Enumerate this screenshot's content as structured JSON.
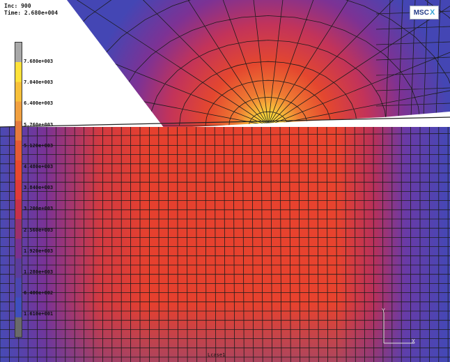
{
  "hud": {
    "inc": "Inc: 900",
    "time": "Time: 2.680e+004"
  },
  "logo": {
    "text": "MSC",
    "mark": "X"
  },
  "legend": {
    "labels": [
      "7.680e+003",
      "7.040e+003",
      "6.400e+003",
      "5.760e+003",
      "5.120e+003",
      "4.480e+003",
      "3.840e+003",
      "3.200e+003",
      "2.560e+003",
      "1.920e+003",
      "1.280e+003",
      "6.400e+002",
      "1.610e+001"
    ],
    "colors": [
      "#a8a8a8",
      "#ffe23a",
      "#f7c03a",
      "#f1a040",
      "#e57a3e",
      "#e45a35",
      "#e84830",
      "#e03a3a",
      "#c8304a",
      "#9c2f6c",
      "#7a3090",
      "#5b3c9c",
      "#4b46b0",
      "#3f4fbe",
      "#6a6a6a"
    ]
  },
  "axes": {
    "x": "X",
    "y": "Y"
  },
  "footer": "Lcase1",
  "colors": {
    "mesh": "#1c1c1c",
    "background": "#ffffff",
    "field_low": "#4446b4",
    "field_mid": "#e2443a",
    "field_high": "#ffe84a"
  }
}
